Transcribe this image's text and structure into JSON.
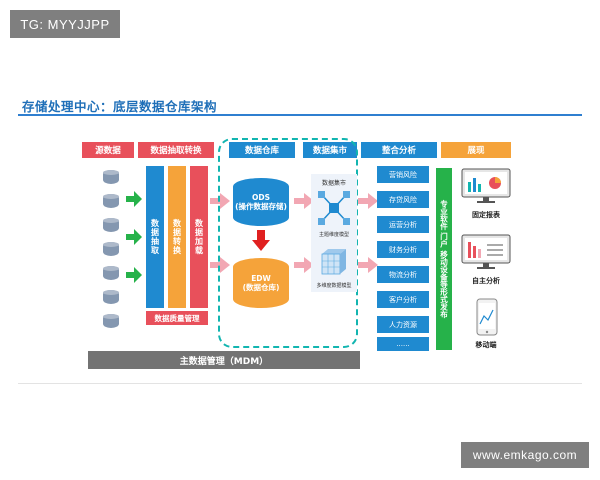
{
  "watermark_top": "TG: MYYJJPP",
  "watermark_bottom": "www.emkago.com",
  "title": "存储处理中心：底层数据仓库架构",
  "headers": {
    "source": "源数据",
    "etl": "数据抽取转换",
    "warehouse": "数据仓库",
    "mart": "数据集市",
    "analysis": "整合分析",
    "display": "展现"
  },
  "etl_columns": [
    "数据抽取",
    "数据转换",
    "数据加载"
  ],
  "data_quality": "数据质量管理",
  "ods": {
    "name": "ODS",
    "desc": "(操作数据存储)"
  },
  "edw": {
    "name": "EDW",
    "desc": "(数据仓库)"
  },
  "mart": {
    "label": "数据集市",
    "model1": "主题维度模型",
    "model2": "多维度数据模型"
  },
  "analysis_items": [
    "营销风险",
    "存贷风险",
    "运营分析",
    "财务分析",
    "物流分析",
    "客户分析",
    "人力资源",
    "......"
  ],
  "portal_text": "专业软件   门户   移动设备等形式发布",
  "display_items": [
    "固定报表",
    "自主分析",
    "移动端"
  ],
  "mdm": "主数据管理（MDM）",
  "colors": {
    "header_red": "#e8505b",
    "header_blue": "#1f8ad0",
    "header_orange": "#f5a33a",
    "header_teal": "#12b5b0",
    "green": "#26b24a",
    "gray": "#737373"
  }
}
